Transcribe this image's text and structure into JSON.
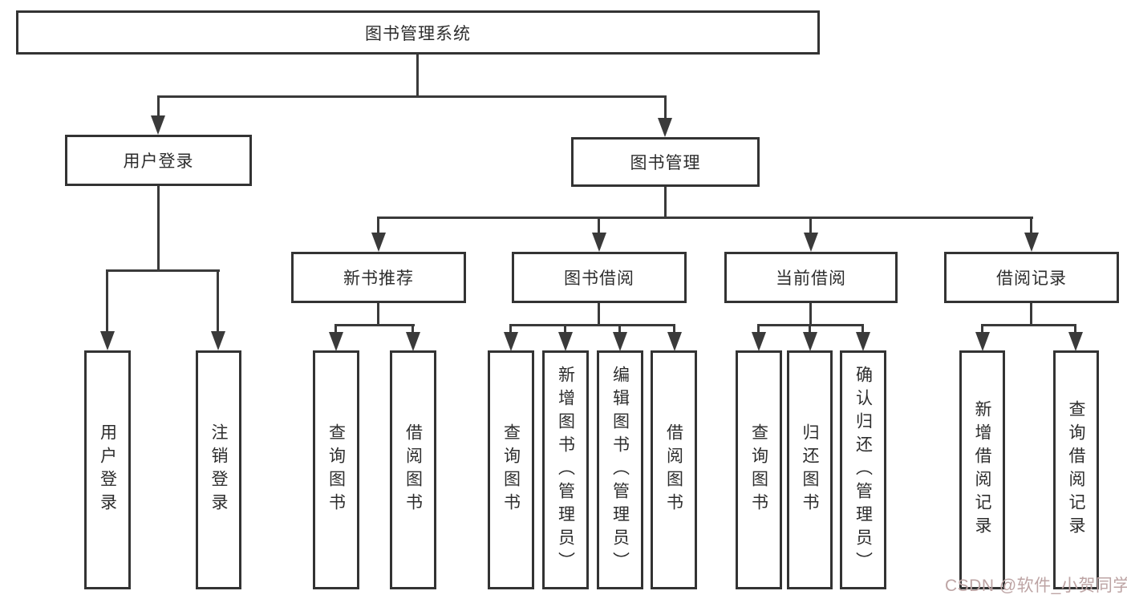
{
  "title": "图书管理系统",
  "level1": {
    "user_login": "用户登录",
    "book_management": "图书管理"
  },
  "level2": {
    "new_book_recommend": "新书推荐",
    "book_borrow": "图书借阅",
    "current_borrow": "当前借阅",
    "borrow_records": "借阅记录"
  },
  "leaves": {
    "user_login": [
      "用户登录",
      "注销登录"
    ],
    "new_book_recommend": [
      "查询图书",
      "借阅图书"
    ],
    "book_borrow": [
      "查询图书",
      "新增图书（管理员）",
      "编辑图书（管理员）",
      "借阅图书"
    ],
    "current_borrow": [
      "查询图书",
      "归还图书",
      "确认归还（管理员）"
    ],
    "borrow_records": [
      "新增借阅记录",
      "查询借阅记录"
    ]
  },
  "watermark": "CSDN @软件_小贺同学",
  "colors": {
    "line": "#3a3a3a",
    "box_border": "#333333",
    "text": "#2d2d2d",
    "background": "#ffffff",
    "watermark": "#bda4a4"
  }
}
